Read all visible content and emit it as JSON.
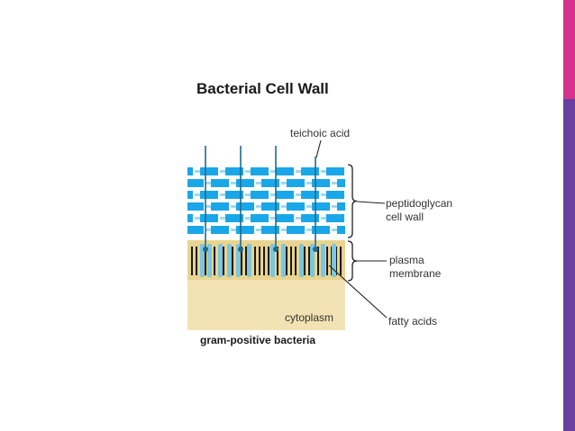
{
  "title": "Bacterial Cell Wall",
  "labels": {
    "teichoic_acid": "teichoic acid",
    "peptidoglycan_line1": "peptidoglycan",
    "peptidoglycan_line2": "cell wall",
    "plasma_line1": "plasma",
    "plasma_line2": "membrane",
    "cytoplasm": "cytoplasm",
    "fatty_acids": "fatty acids"
  },
  "caption": "gram-positive bacteria",
  "colors": {
    "accent_top": "#d6338e",
    "accent_bottom": "#6a3fa0",
    "peptidoglycan": "#1aa7e8",
    "peptidoglycan_light": "#9fd9f4",
    "teichoic": "#1f6a8e",
    "membrane": "#e8d48f",
    "membrane_stripes": "#1a1a1a",
    "membrane_channel": "#7cc6e0",
    "cytoplasm": "#f3e3b4",
    "leader": "#222222"
  }
}
